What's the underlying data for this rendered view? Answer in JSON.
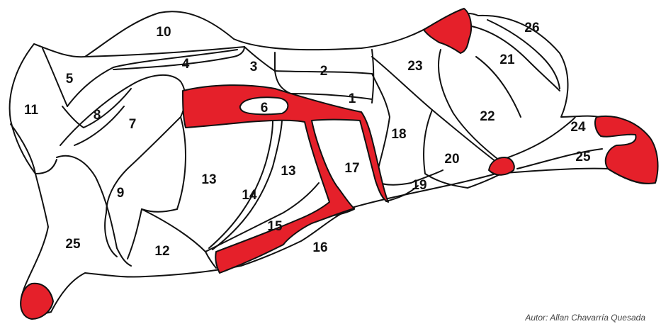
{
  "colors": {
    "fat": "#e5202a",
    "outline": "#111111",
    "background": "#ffffff"
  },
  "credit": "Autor: Allan Chavarría Quesada",
  "labels": {
    "n1": "1",
    "n2": "2",
    "n3": "3",
    "n4": "4",
    "n5": "5",
    "n6": "6",
    "n7": "7",
    "n8": "8",
    "n9": "9",
    "n10": "10",
    "n11": "11",
    "n12": "12",
    "n13a": "13",
    "n13b": "13",
    "n14": "14",
    "n15": "15",
    "n16": "16",
    "n17": "17",
    "n18": "18",
    "n19": "19",
    "n20": "20",
    "n21": "21",
    "n22": "22",
    "n23": "23",
    "n24": "24",
    "n25a": "25",
    "n25b": "25",
    "n26": "26"
  }
}
